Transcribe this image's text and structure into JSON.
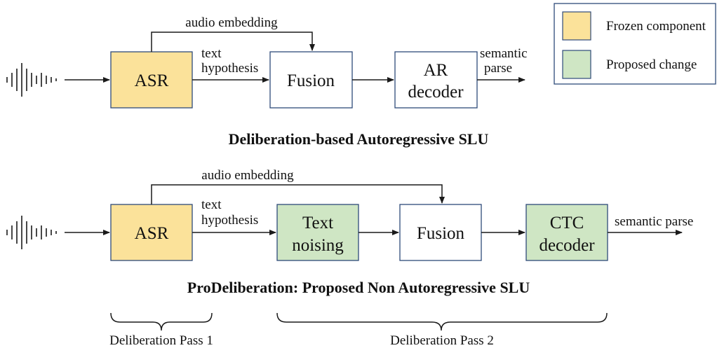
{
  "legend": {
    "frozen_label": "Frozen component",
    "proposed_label": "Proposed change",
    "frozen_color": "#fbe29a",
    "proposed_color": "#cfe6c4"
  },
  "top": {
    "title": "Deliberation-based Autoregressive SLU",
    "asr": "ASR",
    "fusion": "Fusion",
    "decoder_line1": "AR",
    "decoder_line2": "decoder",
    "audio_embedding": "audio embedding",
    "text_label_1": "text",
    "text_label_2": "hypothesis",
    "semantic_1": "semantic",
    "semantic_2": "parse"
  },
  "bottom": {
    "title": "ProDeliberation: Proposed Non Autoregressive SLU",
    "asr": "ASR",
    "noising_line1": "Text",
    "noising_line2": "noising",
    "fusion": "Fusion",
    "decoder_line1": "CTC",
    "decoder_line2": "decoder",
    "audio_embedding": "audio embedding",
    "text_label_1": "text",
    "text_label_2": "hypothesis",
    "semantic": "semantic parse"
  },
  "passes": {
    "pass1": "Deliberation Pass 1",
    "pass2": "Deliberation Pass 2"
  }
}
